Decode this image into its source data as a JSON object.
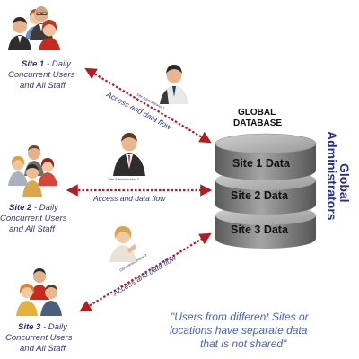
{
  "database": {
    "title_line1": "GLOBAL",
    "title_line2": "DATABASE",
    "segments": [
      "Site 1 Data",
      "Site 2 Data",
      "Site 3 Data"
    ]
  },
  "global_admins": {
    "line1": "Global",
    "line2": "Administrators"
  },
  "sites": [
    {
      "name": "Site 1",
      "line1": " - Daily",
      "line2": "Concurrent Users",
      "line3": "and  All Staff"
    },
    {
      "name": "Site 2",
      "line1": " - Daily",
      "line2": "Concurrent Users",
      "line3": "and  All Staff"
    },
    {
      "name": "Site 3",
      "line1": " - Daily",
      "line2": "Concurrent Users",
      "line3": "and  All Staff"
    }
  ],
  "flows": [
    {
      "label": "Access and data flow",
      "admin_label": "Site Administrator 1"
    },
    {
      "label": "Access and data flow",
      "admin_label": "Site Administrator 2"
    },
    {
      "label": "Access and data flow",
      "admin_label": "Site Administrator 3"
    }
  ],
  "quote": {
    "line1": "\"Users from different Sites or",
    "line2": "locations have separate data",
    "line3": "that is not shared\""
  },
  "colors": {
    "arrow": "#b01e24",
    "db_body": "#6f6f6f",
    "text_blue": "#2e3a8c"
  }
}
